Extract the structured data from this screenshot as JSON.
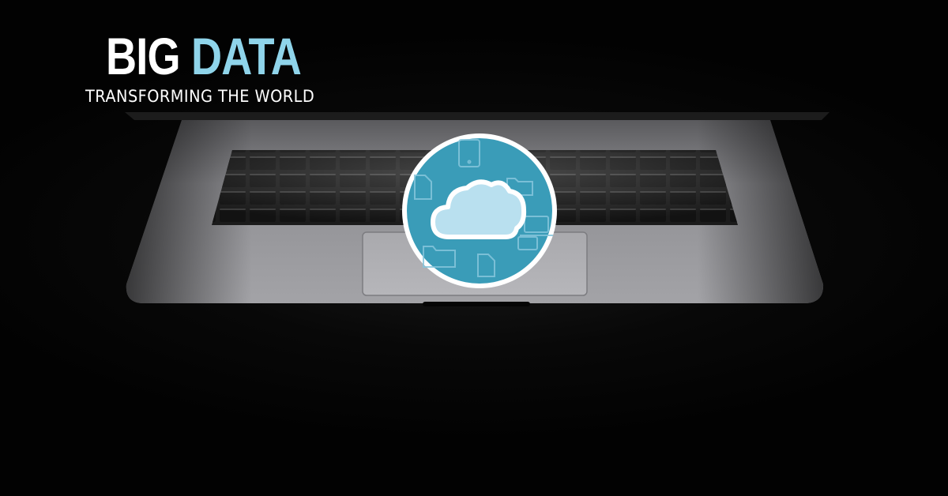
{
  "title": {
    "word1": "BIG",
    "word2": "DATA",
    "subtitle": "TRANSFORMING THE WORLD"
  },
  "badge": {
    "icon": "cloud-icon",
    "background_icons": [
      "tablet-icon",
      "document-icon",
      "folder-icon",
      "laptop-icon"
    ]
  },
  "colors": {
    "background": "#020202",
    "accent_title": "#8fd4ea",
    "title_white": "#ffffff",
    "badge_fill": "#3a9cb8",
    "badge_border": "#ffffff",
    "cloud_fill": "#b9e0ef",
    "laptop_body": "#8e8e91",
    "keys": "#141414"
  }
}
